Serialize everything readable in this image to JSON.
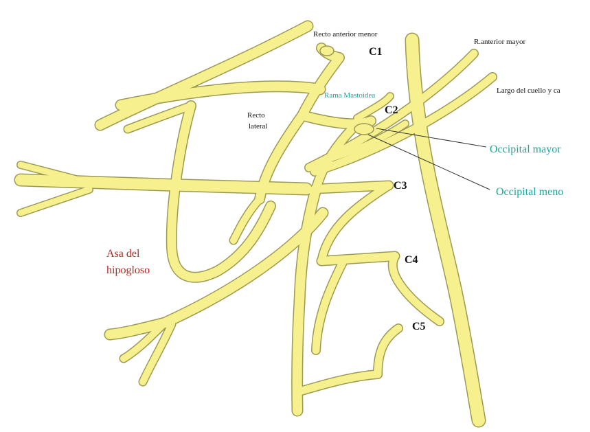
{
  "labels": {
    "recto_anterior_menor": "Recto anterior menor",
    "c1": "C1",
    "r_anterior_mayor": "R.anterior mayor",
    "rama_mastoidea": "Rama Mastoidea",
    "largo_cuello": "Largo del cuello y ca",
    "recto": "Recto",
    "lateral": "lateral",
    "c2": "C2",
    "occipital_mayor": "Occipital mayor",
    "occipital_menor": "Occipital meno",
    "c3": "C3",
    "asa_line1": "Asa del",
    "asa_line2": "hipogloso",
    "c4": "C4",
    "c5": "C5"
  },
  "colors": {
    "nerve_fill": "#f6f08e",
    "nerve_outline": "#9c9a52",
    "teal": "#1aa79c",
    "red": "#c42020"
  }
}
